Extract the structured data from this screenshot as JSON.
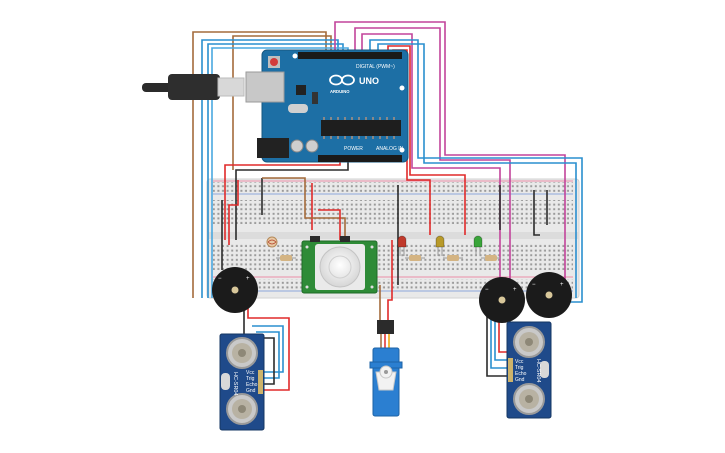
{
  "arduino": {
    "brand": "ARDUINO",
    "model": "UNO",
    "digital_label": "DIGITAL (PWM~)",
    "power_label": "POWER",
    "analog_label": "ANALOG IN"
  },
  "ultrasonic_left": {
    "model": "HC-SR04",
    "pins": [
      "Vcc",
      "Trig",
      "Echo",
      "Gnd"
    ]
  },
  "ultrasonic_right": {
    "model": "HC-SR04",
    "pins": [
      "Vcc",
      "Trig",
      "Echo",
      "Gnd"
    ]
  },
  "buzzers": [
    {
      "minus": "−",
      "plus": "+"
    },
    {
      "minus": "−",
      "plus": "+"
    },
    {
      "minus": "−",
      "plus": "+"
    }
  ],
  "leds": [
    {
      "color": "#c0392b"
    },
    {
      "color": "#b89a2a"
    },
    {
      "color": "#3aa53a"
    }
  ],
  "wire_colors": {
    "red": "#e02a2a",
    "black": "#2b2b2b",
    "brown": "#a46b3b",
    "blue": "#2a8fcf",
    "magenta": "#c2449b"
  }
}
